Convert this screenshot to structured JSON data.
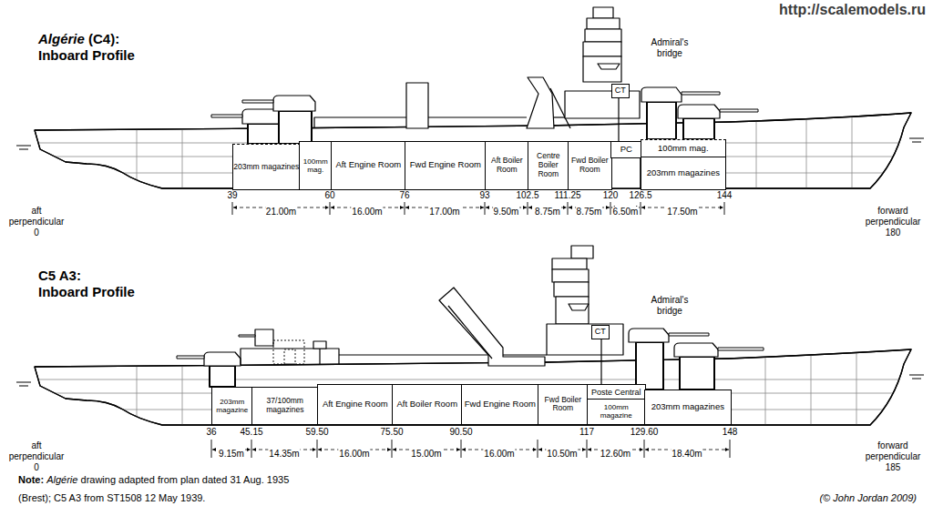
{
  "diagram": {
    "nodes": [
      {
        "text": [
          "CT"
        ]
      },
      {
        "text": [
          "203mm magazines"
        ]
      },
      {
        "text": [
          "100mm mag."
        ]
      },
      {
        "text": [
          "Aft Engine Room"
        ]
      },
      {
        "text": [
          "Fwd Engine Room"
        ]
      },
      {
        "text": [
          "Aft Boiler Room"
        ]
      },
      {
        "text": [
          "Centre Boiler Room"
        ]
      },
      {
        "text": [
          "Fwd Boiler Room"
        ]
      },
      {
        "text": [
          "PC"
        ]
      },
      {
        "text": [
          "100mm mag."
        ]
      },
      {
        "text": [
          "203mm magazines"
        ]
      },
      {
        "text": [
          "CT"
        ]
      },
      {
        "text": [
          "203mm magazine"
        ]
      },
      {
        "text": [
          "37/100mm magazines"
        ]
      },
      {
        "text": [
          "Aft Engine Room"
        ]
      },
      {
        "text": [
          "Aft Boiler Room"
        ]
      },
      {
        "text": [
          "Fwd Engine Room"
        ]
      },
      {
        "text": [
          "Fwd Boiler Room"
        ]
      },
      {
        "text": [
          "Poste Central"
        ]
      },
      {
        "text": [
          "100mm magazine"
        ]
      },
      {
        "text": [
          "203mm magazines"
        ]
      }
    ],
    "labels": [
      "http://scalemodels.ru",
      "Algérie",
      "(C4):",
      "Inboard Profile",
      "Admiral's bridge",
      "39",
      "60",
      "76",
      "93",
      "102.5",
      "111.25",
      "120",
      "126.5",
      "144",
      "aft perpendicular",
      "0",
      "forward perpendicular",
      "180",
      "21.00m",
      "16.00m",
      "17.00m",
      "9.50m",
      "8.75m",
      "8.75m",
      "6.50m",
      "17.50m",
      "C5 A3:",
      "Inboard Profile",
      "Admiral's bridge",
      "36",
      "45.15",
      "59.50",
      "75.50",
      "90.50",
      "117",
      "129.60",
      "148",
      "aft perpendicular",
      "0",
      "forward perpendicular",
      "185",
      "9.15m",
      "14.35m",
      "16.00m",
      "15.00m",
      "16.00m",
      "10.50m",
      "12.60m",
      "18.40m",
      "Note:",
      "Algérie",
      "drawing adapted from plan dated 31 Aug. 1935 (Brest); C5 A3 from ST1508 12 May 1939.",
      "(© John Jordan 2009)"
    ]
  }
}
